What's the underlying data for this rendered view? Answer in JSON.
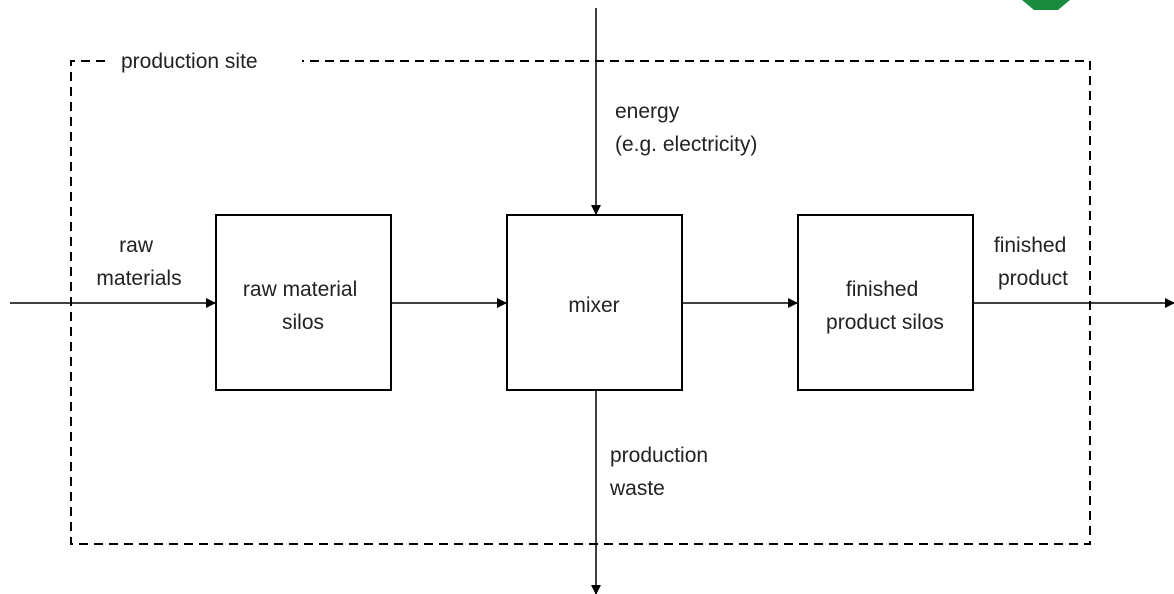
{
  "site": {
    "label": "production site"
  },
  "inputs": {
    "raw_materials": [
      "raw",
      "materials"
    ],
    "energy": [
      "energy",
      "(e.g. electricity)"
    ]
  },
  "outputs": {
    "finished_product": [
      "finished",
      "product"
    ],
    "production_waste": [
      "production",
      "waste"
    ]
  },
  "blocks": {
    "raw_material_silos": [
      "raw material",
      "silos"
    ],
    "mixer": [
      "mixer"
    ],
    "finished_product_silos": [
      "finished",
      "product silos"
    ]
  },
  "colors": {
    "line": "#000000",
    "text": "#222222",
    "logo_accent": "#1a8a3c"
  }
}
